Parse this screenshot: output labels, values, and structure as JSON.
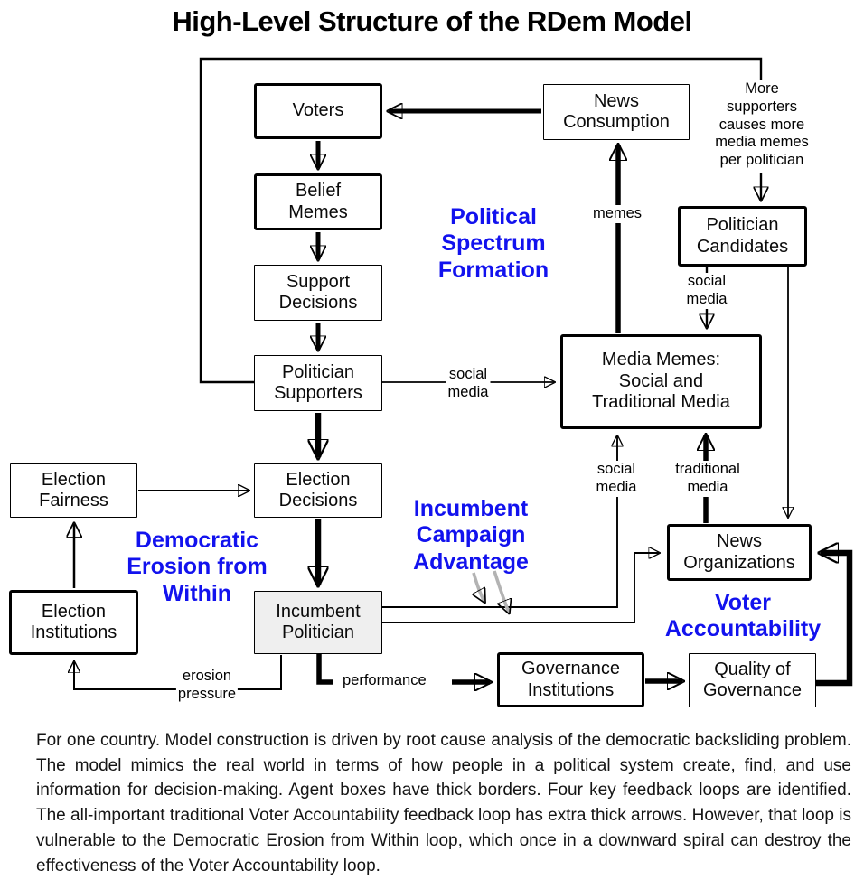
{
  "title": "High-Level Structure of the RDem Model",
  "boxes": {
    "voters": {
      "label": "Voters"
    },
    "belief_memes": {
      "label": "Belief\nMemes"
    },
    "support_decisions": {
      "label": "Support\nDecisions"
    },
    "politician_supporters": {
      "label": "Politician\nSupporters"
    },
    "election_decisions": {
      "label": "Election\nDecisions"
    },
    "incumbent_politician": {
      "label": "Incumbent\nPolitician"
    },
    "election_fairness": {
      "label": "Election\nFairness"
    },
    "election_institutions": {
      "label": "Election\nInstitutions"
    },
    "news_consumption": {
      "label": "News\nConsumption"
    },
    "politician_candidates": {
      "label": "Politician\nCandidates"
    },
    "media_memes": {
      "label": "Media Memes:\nSocial and\nTraditional Media"
    },
    "news_organizations": {
      "label": "News\nOrganizations"
    },
    "governance_institutions": {
      "label": "Governance\nInstitutions"
    },
    "quality_of_governance": {
      "label": "Quality of\nGovernance"
    }
  },
  "loop_labels": {
    "political_spectrum_formation": "Political\nSpectrum\nFormation",
    "incumbent_campaign_advantage": "Incumbent\nCampaign\nAdvantage",
    "democratic_erosion_from_within": "Democratic\nErosion from\nWithin",
    "voter_accountability": "Voter\nAccountability"
  },
  "edge_labels": {
    "memes": "memes",
    "social_media_supporters": "social\nmedia",
    "social_media_candidates": "social\nmedia",
    "social_media_incumbent": "social\nmedia",
    "traditional_media": "traditional\nmedia",
    "more_supporters_note": "More\nsupporters\ncauses more\nmedia memes\nper politician",
    "erosion_pressure": "erosion\npressure",
    "performance": "performance"
  },
  "colors": {
    "loop_label": "#1212ee",
    "gray_arrow": "#b3b3b3",
    "incumbent_fill": "#efefef",
    "line": "#000000"
  },
  "caption": "For one country. Model construction is driven by root cause analysis of the democratic backsliding problem. The model mimics the real world in terms of how people in a political system create, find, and use information for decision-making. Agent boxes have thick borders. Four key feedback loops are identified. The all-important traditional Voter Accountability feedback loop has extra thick arrows. However, that loop is vulnerable to the Democratic Erosion from Within loop, which once in a downward spiral can destroy the effectiveness of the Voter Accountability loop."
}
